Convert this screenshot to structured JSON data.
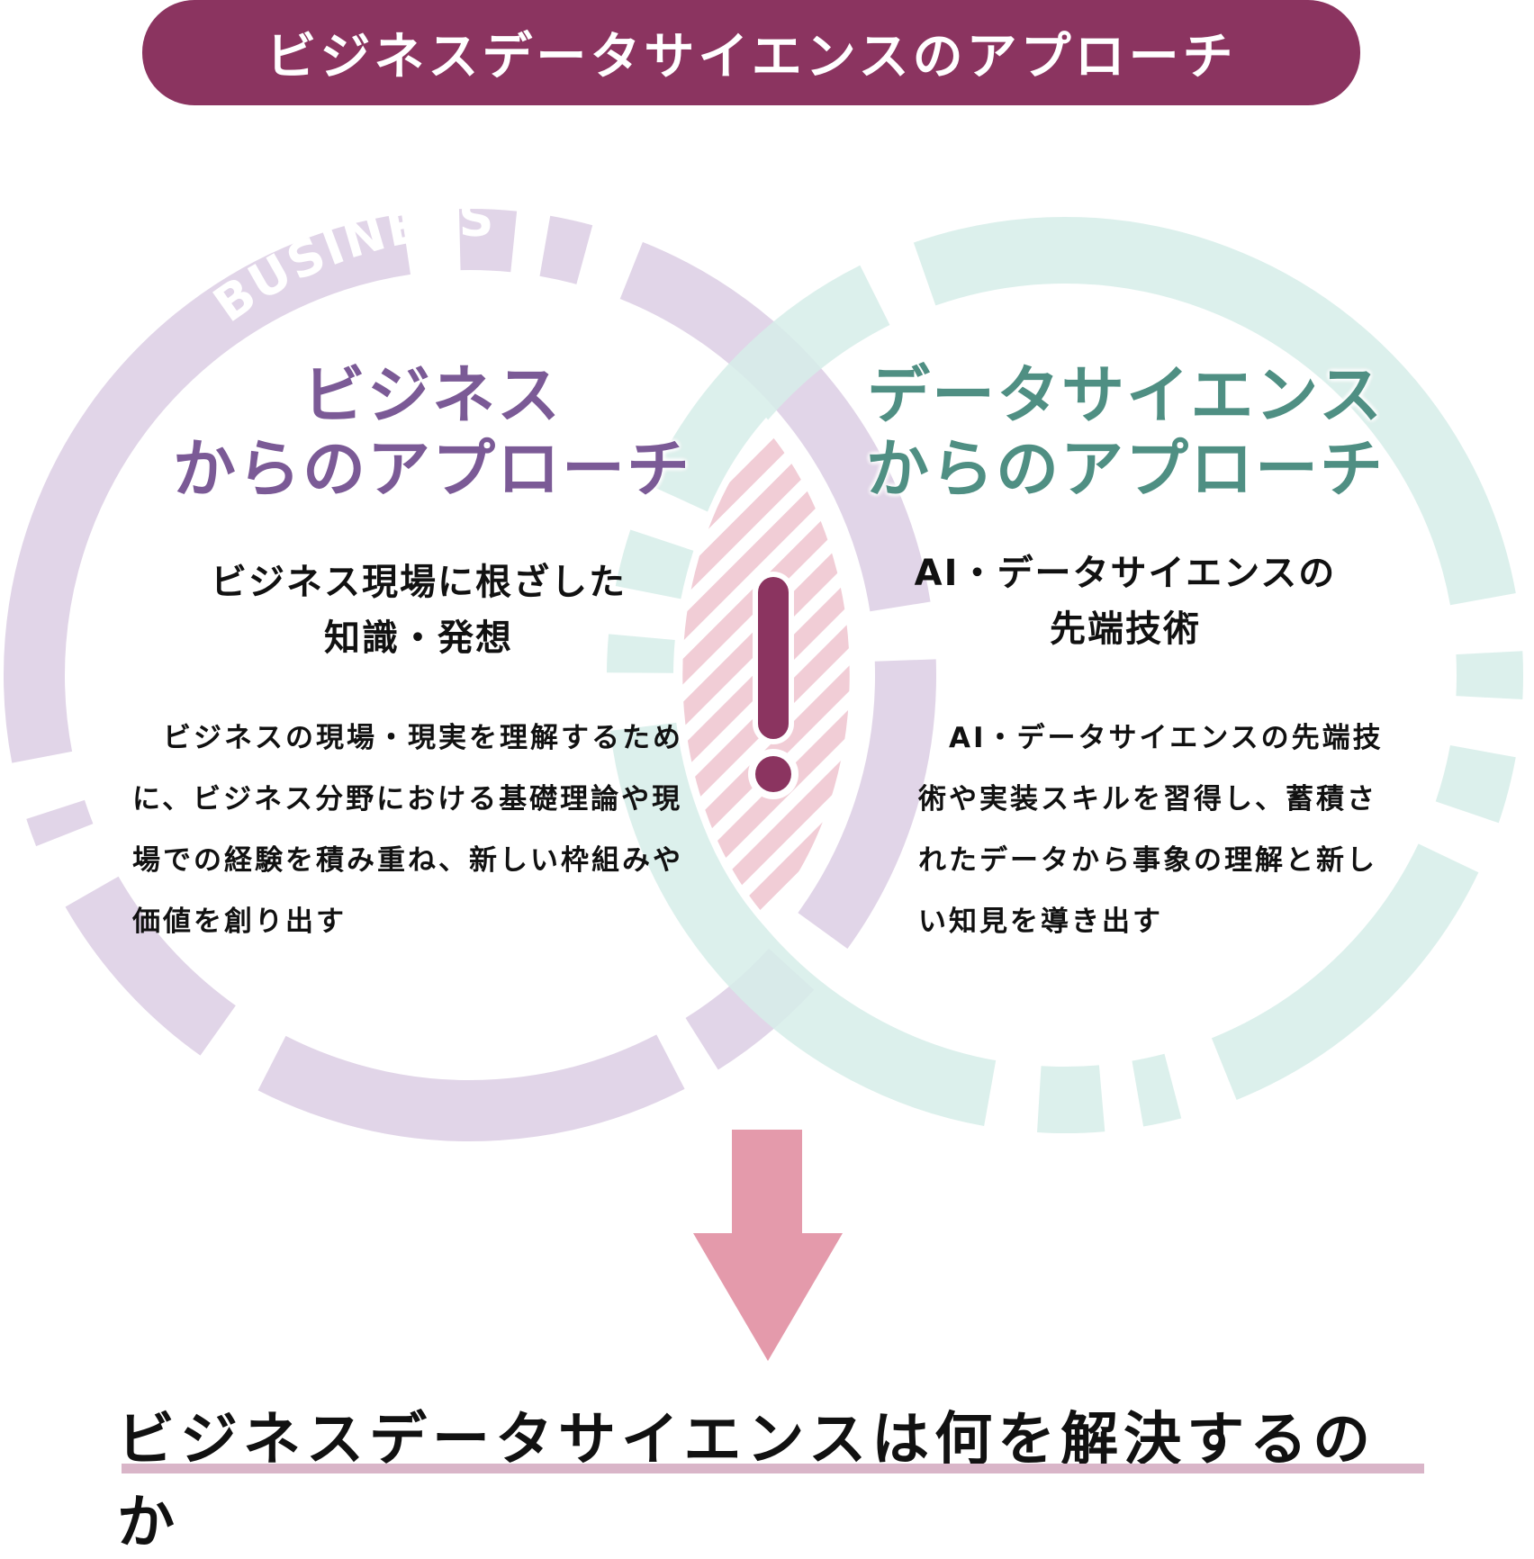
{
  "title": "ビジネスデータサイエンスのアプローチ",
  "ring_label": "BUSINESS",
  "business": {
    "heading_line1": "ビジネス",
    "heading_line2": "からのアプローチ",
    "subheading_line1": "ビジネス現場に根ざした",
    "subheading_line2": "知識・発想",
    "body": "　ビジネスの現場・現実を理解するために、ビジネス分野における基礎理論や現場での経験を積み重ね、新しい枠組みや価値を創り出す"
  },
  "data_science": {
    "heading_line1": "データサイエンス",
    "heading_line2": "からのアプローチ",
    "subheading_line1": "AI・データサイエンスの",
    "subheading_line2": "先端技術",
    "body": "　AI・データサイエンスの先端技術や実装スキルを習得し、蓄積されたデータから事象の理解と新しい知見を導き出す"
  },
  "conclusion": "ビジネスデータサイエンスは何を解決するのか",
  "colors": {
    "title_bg": "#8b3460",
    "business": "#7b5a96",
    "business_ring": "#dfd3e7",
    "data_science": "#4f8f83",
    "data_science_ring": "#d6ede9",
    "arrow": "#e49aab",
    "exclamation": "#8b3460"
  },
  "icons": {
    "center": "exclamation-icon",
    "arrow": "arrow-down-icon"
  }
}
